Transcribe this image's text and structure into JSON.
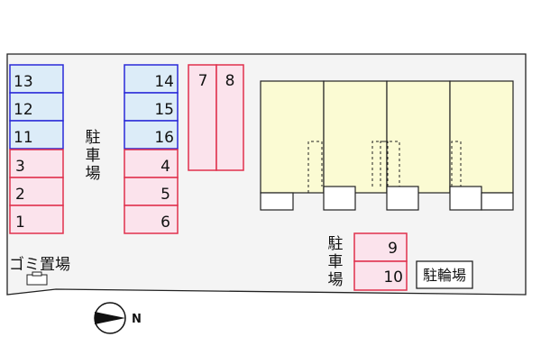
{
  "colors": {
    "lot_fill": "#f4f4f4",
    "blue_fill": "#dcecf8",
    "blue_stroke": "#2a2ad8",
    "red_fill": "#fbe3ec",
    "red_stroke": "#e0304c",
    "building_fill": "#fbfbd3",
    "outline": "#222222"
  },
  "parking_spaces": [
    {
      "number": "13",
      "color": "blue"
    },
    {
      "number": "12",
      "color": "blue"
    },
    {
      "number": "11",
      "color": "blue"
    },
    {
      "number": "3",
      "color": "red"
    },
    {
      "number": "2",
      "color": "red"
    },
    {
      "number": "1",
      "color": "red"
    },
    {
      "number": "14",
      "color": "blue"
    },
    {
      "number": "15",
      "color": "blue"
    },
    {
      "number": "16",
      "color": "blue"
    },
    {
      "number": "4",
      "color": "red"
    },
    {
      "number": "5",
      "color": "red"
    },
    {
      "number": "6",
      "color": "red"
    },
    {
      "number": "7",
      "color": "red"
    },
    {
      "number": "8",
      "color": "red"
    },
    {
      "number": "9",
      "color": "red"
    },
    {
      "number": "10",
      "color": "red"
    }
  ],
  "labels": {
    "parking_left": "駐車場",
    "parking_right": "駐車場",
    "garbage": "ゴミ置場",
    "bicycle": "駐輪場",
    "compass": "N"
  },
  "building": {
    "units": 4
  }
}
